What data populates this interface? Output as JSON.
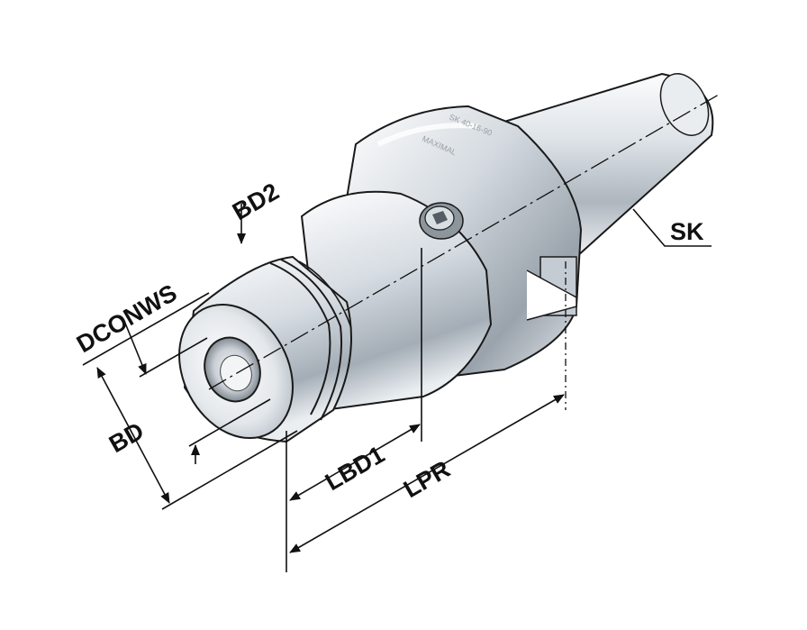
{
  "diagram": {
    "labels": {
      "bd2": "BD2",
      "dconws": "DCONWS",
      "bd": "BD",
      "lbd1": "LBD1",
      "lpr": "LPR",
      "sk": "SK"
    },
    "engraving": {
      "flange_text": "SK 40-16-90",
      "collar_text": "MAXIMAL"
    },
    "colors": {
      "metal_light": "#f4f6f8",
      "metal_mid": "#cfd5db",
      "metal_dark": "#8a939c",
      "line": "#111111"
    }
  }
}
